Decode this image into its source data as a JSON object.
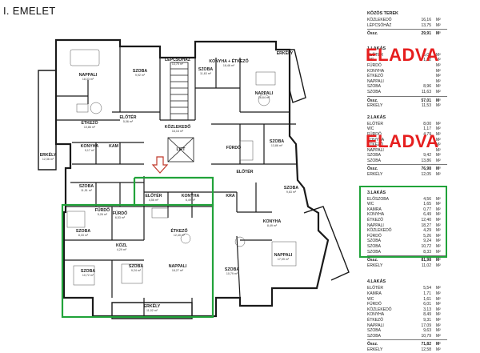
{
  "title": "I. EMELET",
  "rooms": [
    {
      "id": "nappali1",
      "label": "NAPPALI",
      "area": "18,33 m²"
    },
    {
      "id": "szoba1",
      "label": "SZOBA",
      "area": "9,92 m²"
    },
    {
      "id": "lepcsohaz",
      "label": "LÉPCSŐHÁZ",
      "area": "13,75 m²"
    },
    {
      "id": "szoba2",
      "label": "SZOBA",
      "area": "11,63 m²"
    },
    {
      "id": "konyha2",
      "label": "KONYHA + ÉTKEZŐ",
      "area": "18,46 m²"
    },
    {
      "id": "erkely2",
      "label": "ERKÉLY",
      "area": ""
    },
    {
      "id": "nappali2",
      "label": "NAPPALI",
      "area": "16,64 m²"
    },
    {
      "id": "etkezo1",
      "label": "ÉTKEZŐ",
      "area": "10,86 m²"
    },
    {
      "id": "eloter1",
      "label": "ELŐTÉR",
      "area": "5,06 m²"
    },
    {
      "id": "kozlekedo",
      "label": "KÖZLEKEDŐ",
      "area": "16,16 m²"
    },
    {
      "id": "lift",
      "label": "LIFT",
      "area": ""
    },
    {
      "id": "erkely1",
      "label": "ERKÉLY",
      "area": "12,36 m²"
    },
    {
      "id": "konyha1",
      "label": "KONYHA",
      "area": "9,17 m²"
    },
    {
      "id": "kam1",
      "label": "KAM",
      "area": ""
    },
    {
      "id": "furdo2",
      "label": "FÜRDŐ",
      "area": ""
    },
    {
      "id": "szoba3",
      "label": "SZOBA",
      "area": "13,86 m²"
    },
    {
      "id": "szoba4",
      "label": "SZOBA",
      "area": "11,51 m²"
    },
    {
      "id": "furdo1",
      "label": "FÜRDŐ",
      "area": "6,53 m²"
    },
    {
      "id": "eloter3",
      "label": "ELŐTÉR",
      "area": "4,56 m²"
    },
    {
      "id": "konyha3",
      "label": "KONYHA",
      "area": "6,49 m²"
    },
    {
      "id": "eloter2",
      "label": "ELŐTÉR",
      "area": ""
    },
    {
      "id": "kra",
      "label": "KRA",
      "area": ""
    },
    {
      "id": "szoba5",
      "label": "SZOBA",
      "area": "9,63 m²"
    },
    {
      "id": "szoba6",
      "label": "SZOBA",
      "area": "8,33 m²"
    },
    {
      "id": "furdo3",
      "label": "FÜRDŐ",
      "area": "5,26 m²"
    },
    {
      "id": "kozl3",
      "label": "KÖZL",
      "area": "4,29 m²"
    },
    {
      "id": "etkezo3",
      "label": "ÉTKEZŐ",
      "area": "12,40 m²"
    },
    {
      "id": "konyha4",
      "label": "KONYHA",
      "area": "8,49 m²"
    },
    {
      "id": "nappali4",
      "label": "NAPPALI",
      "area": "17,09 m²"
    },
    {
      "id": "szoba7",
      "label": "SZOBA",
      "area": "10,72 m²"
    },
    {
      "id": "szoba8",
      "label": "SZOBA",
      "area": "9,24 m²"
    },
    {
      "id": "nappali3",
      "label": "NAPPALI",
      "area": "18,27 m²"
    },
    {
      "id": "erkely3",
      "label": "ERKÉLY",
      "area": "11,02 m²"
    },
    {
      "id": "szoba9",
      "label": "SZOBA",
      "area": "10,79 m²"
    }
  ],
  "table": {
    "common": {
      "title": "KÖZÖS TEREK",
      "rows": [
        {
          "name": "KÖZLEKEDŐ",
          "value": "16,16",
          "unit": "M²"
        },
        {
          "name": "LÉPCSŐHÁZ",
          "value": "13,75",
          "unit": "M²"
        }
      ],
      "total": {
        "name": "Össz.",
        "value": "29,91",
        "unit": "M²"
      }
    },
    "flat1": {
      "title": "1.LAKÁS",
      "rows": [
        {
          "name": "ELŐTÉR",
          "value": "5,06",
          "unit": "M²"
        },
        {
          "name": "WC",
          "value": "1,82",
          "unit": "M²"
        },
        {
          "name": "FÜRDŐ",
          "value": "",
          "unit": "M²"
        },
        {
          "name": "KONYHA",
          "value": "",
          "unit": "M²"
        },
        {
          "name": "ÉTKEZŐ",
          "value": "",
          "unit": "M²"
        },
        {
          "name": "NAPPALI",
          "value": "",
          "unit": "M²"
        },
        {
          "name": "SZOBA",
          "value": "8,96",
          "unit": "M²"
        },
        {
          "name": "SZOBA",
          "value": "11,63",
          "unit": "M²"
        }
      ],
      "total": {
        "name": "Össz.",
        "value": "57,01",
        "unit": "M²"
      },
      "extra": {
        "name": "ERKÉLY",
        "value": "11,53",
        "unit": "M²"
      },
      "status": "ELADVA"
    },
    "flat2": {
      "title": "2.LAKÁS",
      "rows": [
        {
          "name": "ELŐTÉR",
          "value": "8,00",
          "unit": "M²"
        },
        {
          "name": "WC",
          "value": "1,17",
          "unit": "M²"
        },
        {
          "name": "FÜRDŐ",
          "value": "4,79",
          "unit": "M²"
        },
        {
          "name": "KONYHA",
          "value": "",
          "unit": "M²"
        },
        {
          "name": "ÉTKEZŐ",
          "value": "",
          "unit": "M²"
        },
        {
          "name": "NAPPALI",
          "value": "",
          "unit": "M²"
        },
        {
          "name": "SZOBA",
          "value": "9,42",
          "unit": "M²"
        },
        {
          "name": "SZOBA",
          "value": "13,86",
          "unit": "M²"
        }
      ],
      "total": {
        "name": "Össz.",
        "value": "76,98",
        "unit": "M²"
      },
      "extra": {
        "name": "ERKÉLY",
        "value": "12,05",
        "unit": "M²"
      },
      "status": "ELADVA"
    },
    "flat3": {
      "title": "3.LAKÁS",
      "rows": [
        {
          "name": "ELŐSZOBA",
          "value": "4,56",
          "unit": "M²"
        },
        {
          "name": "WC",
          "value": "1,65",
          "unit": "M²"
        },
        {
          "name": "KAMRA",
          "value": "0,77",
          "unit": "M²"
        },
        {
          "name": "KONYHA",
          "value": "6,49",
          "unit": "M²"
        },
        {
          "name": "ÉTKEZŐ",
          "value": "12,40",
          "unit": "M²"
        },
        {
          "name": "NAPPALI",
          "value": "18,27",
          "unit": "M²"
        },
        {
          "name": "KÖZLEKEDŐ",
          "value": "4,29",
          "unit": "M²"
        },
        {
          "name": "FÜRDŐ",
          "value": "5,26",
          "unit": "M²"
        },
        {
          "name": "SZOBA",
          "value": "9,24",
          "unit": "M²"
        },
        {
          "name": "SZOBA",
          "value": "10,72",
          "unit": "M²"
        },
        {
          "name": "SZOBA",
          "value": "8,33",
          "unit": "M²"
        }
      ],
      "total": {
        "name": "Össz.",
        "value": "81,98",
        "unit": "M²"
      },
      "extra": {
        "name": "ERKÉLY",
        "value": "11,02",
        "unit": "M²"
      }
    },
    "flat4": {
      "title": "4.LAKÁS",
      "rows": [
        {
          "name": "ELŐTÉR",
          "value": "5,54",
          "unit": "M²"
        },
        {
          "name": "KAMRA",
          "value": "1,71",
          "unit": "M²"
        },
        {
          "name": "WC",
          "value": "1,61",
          "unit": "M²"
        },
        {
          "name": "FÜRDŐ",
          "value": "6,01",
          "unit": "M²"
        },
        {
          "name": "KÖZLEKEDŐ",
          "value": "3,13",
          "unit": "M²"
        },
        {
          "name": "KONYHA",
          "value": "8,49",
          "unit": "M²"
        },
        {
          "name": "ÉTKEZŐ",
          "value": "9,31",
          "unit": "M²"
        },
        {
          "name": "NAPPALI",
          "value": "17,09",
          "unit": "M²"
        },
        {
          "name": "SZOBA",
          "value": "9,63",
          "unit": "M²"
        },
        {
          "name": "SZOBA",
          "value": "10,79",
          "unit": "M²"
        }
      ],
      "total": {
        "name": "Össz.",
        "value": "71,82",
        "unit": "M²"
      },
      "extra": {
        "name": "ERKÉLY",
        "value": "12,58",
        "unit": "M²"
      }
    }
  },
  "colors": {
    "sold": "#e61e1e",
    "highlight": "#21a33a",
    "wall": "#1a1a1a"
  }
}
